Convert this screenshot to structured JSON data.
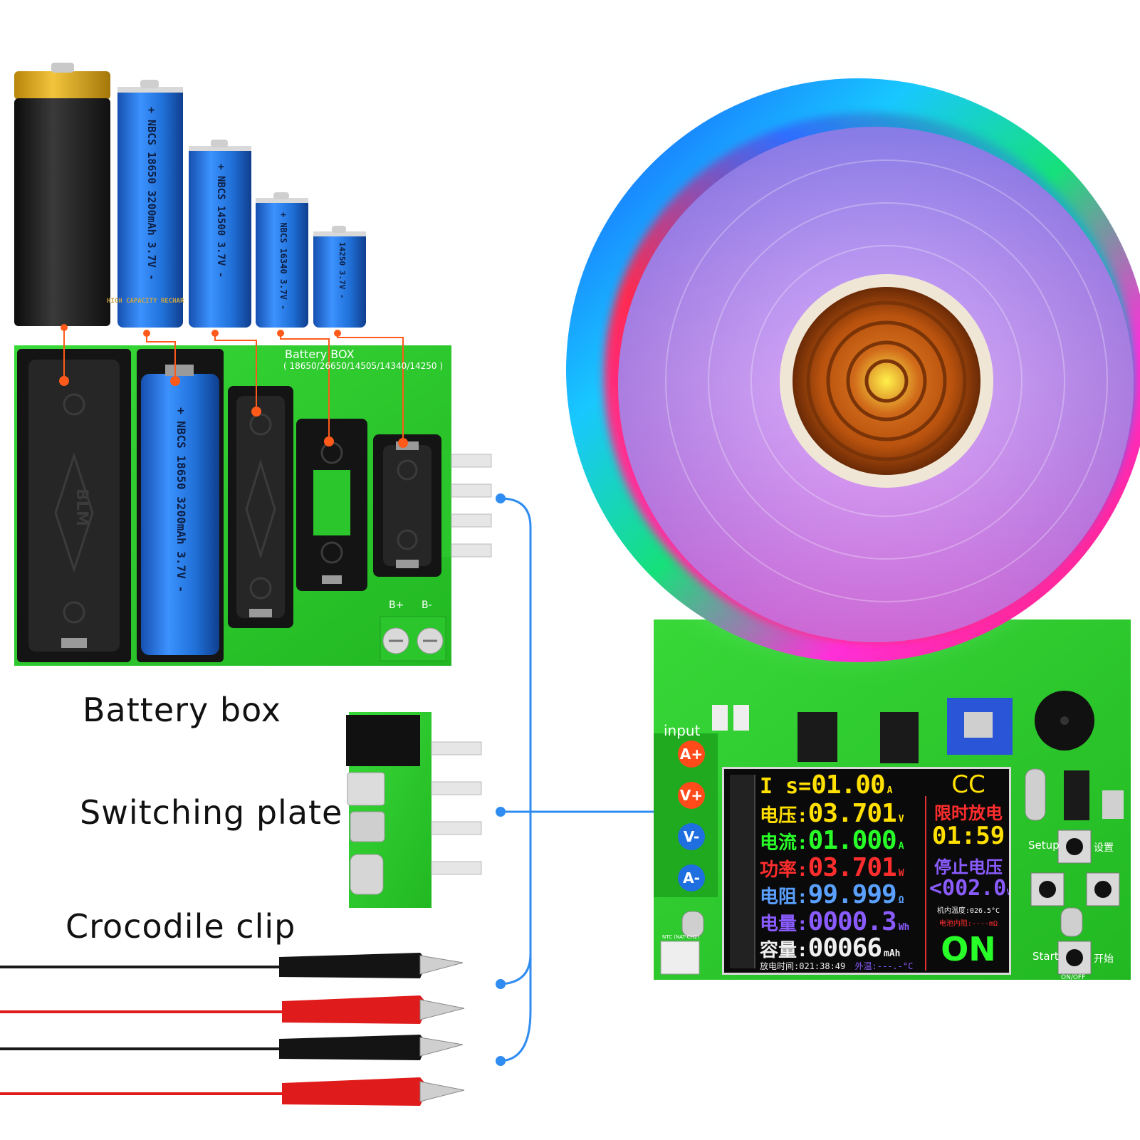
{
  "captions": {
    "battery_box": "Battery box",
    "switching_plate": "Switching plate",
    "crocodile_clip": "Crocodile clip"
  },
  "battery_board": {
    "title": "Battery BOX",
    "subtitle": "( 18650/26650/14505/14340/14250 )",
    "terminal_plus": "B+",
    "terminal_minus": "B-"
  },
  "batteries": [
    {
      "label": "HIGH CAPACITY RECHAR"
    },
    {
      "label": "+ NBCS 18650 3200mAh 3.7V -"
    },
    {
      "label": "+ NBCS 14500 3.7V -"
    },
    {
      "label": "+ NBCS 16340 3.7V -"
    },
    {
      "label": "14250 3.7V -"
    }
  ],
  "holder_battery_label": "+ NBCS 18650 3200mAh 3.7V -",
  "holder_emboss": "BLM",
  "load_board": {
    "input_label": "input",
    "pins": [
      "A+",
      "V+",
      "V-",
      "A-"
    ],
    "setup_label": "Setup",
    "setup_cn": "设置",
    "start_label": "Start",
    "start_cn": "开始",
    "onoff_label": "ON/OFF",
    "ntc_label": "NTC (NAT-CH2)"
  },
  "lcd": {
    "is_label": "I s=",
    "is_value": "01.00",
    "is_unit": "A",
    "mode": "CC",
    "voltage_label": "电压:",
    "voltage_value": "03.701",
    "voltage_unit": "V",
    "current_label": "电流:",
    "current_value": "01.000",
    "current_unit": "A",
    "power_label": "功率:",
    "power_value": "03.701",
    "power_unit": "W",
    "resistance_label": "电阻:",
    "resistance_value": "99.999",
    "resistance_unit": "Ω",
    "energy_label": "电量:",
    "energy_value": "0000.3",
    "energy_unit": "Wh",
    "capacity_label": "容量:",
    "capacity_value": "00066",
    "capacity_unit": "mAh",
    "time_label": "放电时间:",
    "time_value": "021:38:49",
    "ext_label": "外温:",
    "ext_value": "---.-°C",
    "timed_label": "限时放电",
    "timed_value": "01:59",
    "stop_label": "停止电压",
    "stop_value": "<002.0",
    "stop_unit": "V",
    "int_temp": "机内温度:026.5°C",
    "int_res": "电池内阻:----mΩ",
    "status": "ON"
  },
  "colors": {
    "pcb_green": "#2fd02f",
    "battery_blue": "#1f6fd6",
    "connector_blue": "#2f8cf0",
    "lcd_yellow": "#ffe000",
    "lcd_green": "#28ff28",
    "lcd_red": "#ff2d2d",
    "lcd_blue": "#5aa0ff",
    "lcd_purple": "#8a5cff",
    "lcd_white": "#f0f0f0"
  }
}
